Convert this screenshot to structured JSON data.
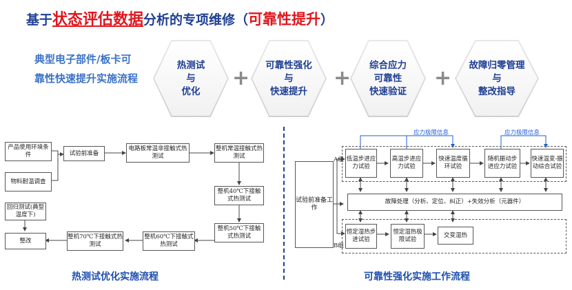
{
  "title": {
    "part1": "基于",
    "emph": "状态评估数据",
    "part2": "分析的专项维修（",
    "emph2": "可靠性提升",
    "part3": "）"
  },
  "intro": {
    "text": "典型电子部件/板卡可靠性快速提升实施流程"
  },
  "hexagons": [
    {
      "line1": "热测试",
      "line2": "与",
      "line3": "优化"
    },
    {
      "line1": "可靠性强化",
      "line2": "与",
      "line3": "快速提升"
    },
    {
      "line1": "综合应力",
      "line2": "可靠性",
      "line3": "快速验证"
    },
    {
      "line1": "故障归零管理",
      "line2": "与",
      "line3": "整改指导"
    }
  ],
  "plus_sign": "+",
  "left_flow": {
    "caption": "热测试优化实施流程",
    "boxes": {
      "env": "产品使用环境条件",
      "material": "物料耐温调查",
      "prep": "试验前准备",
      "board": "电路板常温非接触式热测试",
      "unit_room": "整机常温接触式热测试",
      "unit40": "整机40℃下接触式热测试",
      "unit50": "整机50℃下接触式热测试",
      "unit60": "整机60℃下接触式热测试",
      "unit70": "整机70℃下接触式热测试",
      "regress": "回归测试(典型温度下)",
      "rectify": "整改"
    }
  },
  "right_flow": {
    "caption": "可靠性强化实施工作流程",
    "prep": "试验前准备工作",
    "group_a": "A组",
    "group_b": "B组",
    "stress_info": "应力极限信息",
    "boxes": {
      "low_step": "低温步进应力试验",
      "high_step": "高温步进应力试验",
      "rapid_cycle": "快速温度循环试验",
      "vib_step": "随机振动步进应力试验",
      "combined": "快速温变-振动综合试验",
      "fault": "故障处理（分析、定位、纠正）+失效分析（元器件）",
      "const_step": "恒定湿热步进试验",
      "const_limit": "恒定湿热极限试验",
      "alt_humid": "交变湿热"
    }
  },
  "colors": {
    "title_blue": "#1f3f93",
    "emphasis_red": "#e0161d",
    "caption_blue": "#1e4fb0",
    "arrow_blue": "#1f5fd6"
  }
}
